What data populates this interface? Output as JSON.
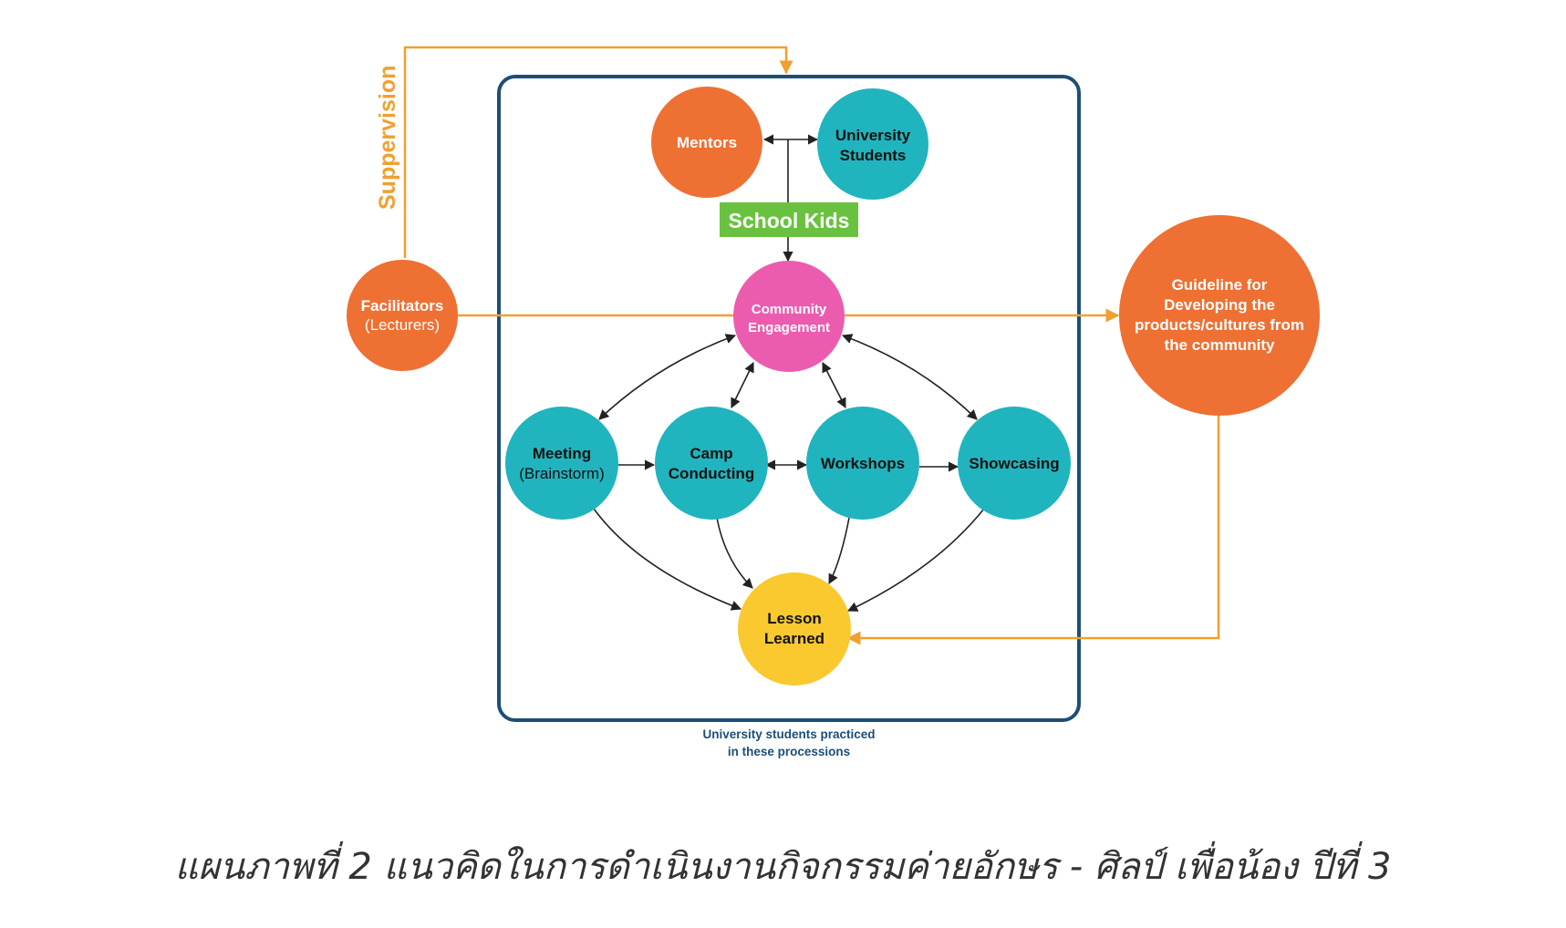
{
  "colors": {
    "orange": "#F0A030",
    "node_orange": "#EE7033",
    "teal": "#20B4BE",
    "pink": "#EC5CAE",
    "yellow": "#FAC92F",
    "green": "#69C23F",
    "frame": "#1C4E78",
    "arrow": "#222222"
  },
  "supervision_label": "Suppervision",
  "facilitators": {
    "line1": "Facilitators",
    "line2": "(Lecturers)"
  },
  "mentors": "Mentors",
  "university_students": {
    "line1": "University",
    "line2": "Students"
  },
  "school_kids": "School Kids",
  "community_engagement": {
    "line1": "Community",
    "line2": "Engagement"
  },
  "meeting": {
    "line1": "Meeting",
    "line2": "(Brainstorm)"
  },
  "camp": {
    "line1": "Camp",
    "line2": "Conducting"
  },
  "workshops": "Workshops",
  "showcasing": "Showcasing",
  "lesson": {
    "line1": "Lesson",
    "line2": "Learned"
  },
  "guideline": {
    "line1": "Guideline for",
    "line2": "Developing the",
    "line3": "products/cultures from",
    "line4": "the community"
  },
  "frame_note": {
    "line1": "University students practiced",
    "line2": "in these processions"
  },
  "caption": "แผนภาพที่ 2 แนวคิดในการดำเนินงานกิจกรรมค่ายอักษร - ศิลป์ เพื่อน้อง ปีที่ 3"
}
